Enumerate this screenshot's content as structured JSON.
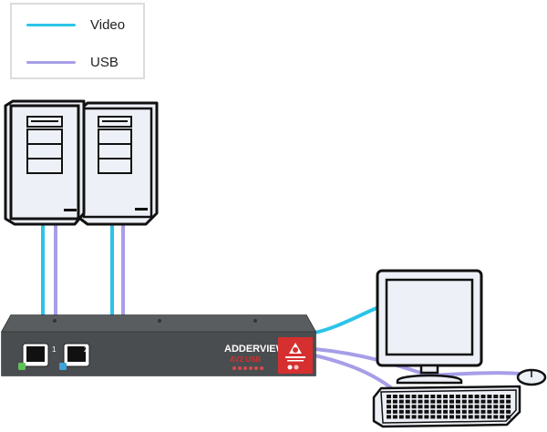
{
  "legend": {
    "items": [
      {
        "label": "Video",
        "color": "#2bc4e8"
      },
      {
        "label": "USB",
        "color": "#a79ee8"
      }
    ]
  },
  "kvm": {
    "brand": "ADDERVIEW",
    "model": "AV2 USB",
    "port_1": "1",
    "port_2": "2",
    "body_color": "#4a4d4f",
    "accent_color": "#d62f2f"
  },
  "colors": {
    "video": "#2bc4e8",
    "usb": "#a79ee8",
    "device_fill": "#edf0f6"
  },
  "icons": [
    "computer-tower-icon",
    "computer-tower-icon",
    "monitor-icon",
    "keyboard-icon",
    "mouse-icon",
    "adder-logo-icon"
  ]
}
